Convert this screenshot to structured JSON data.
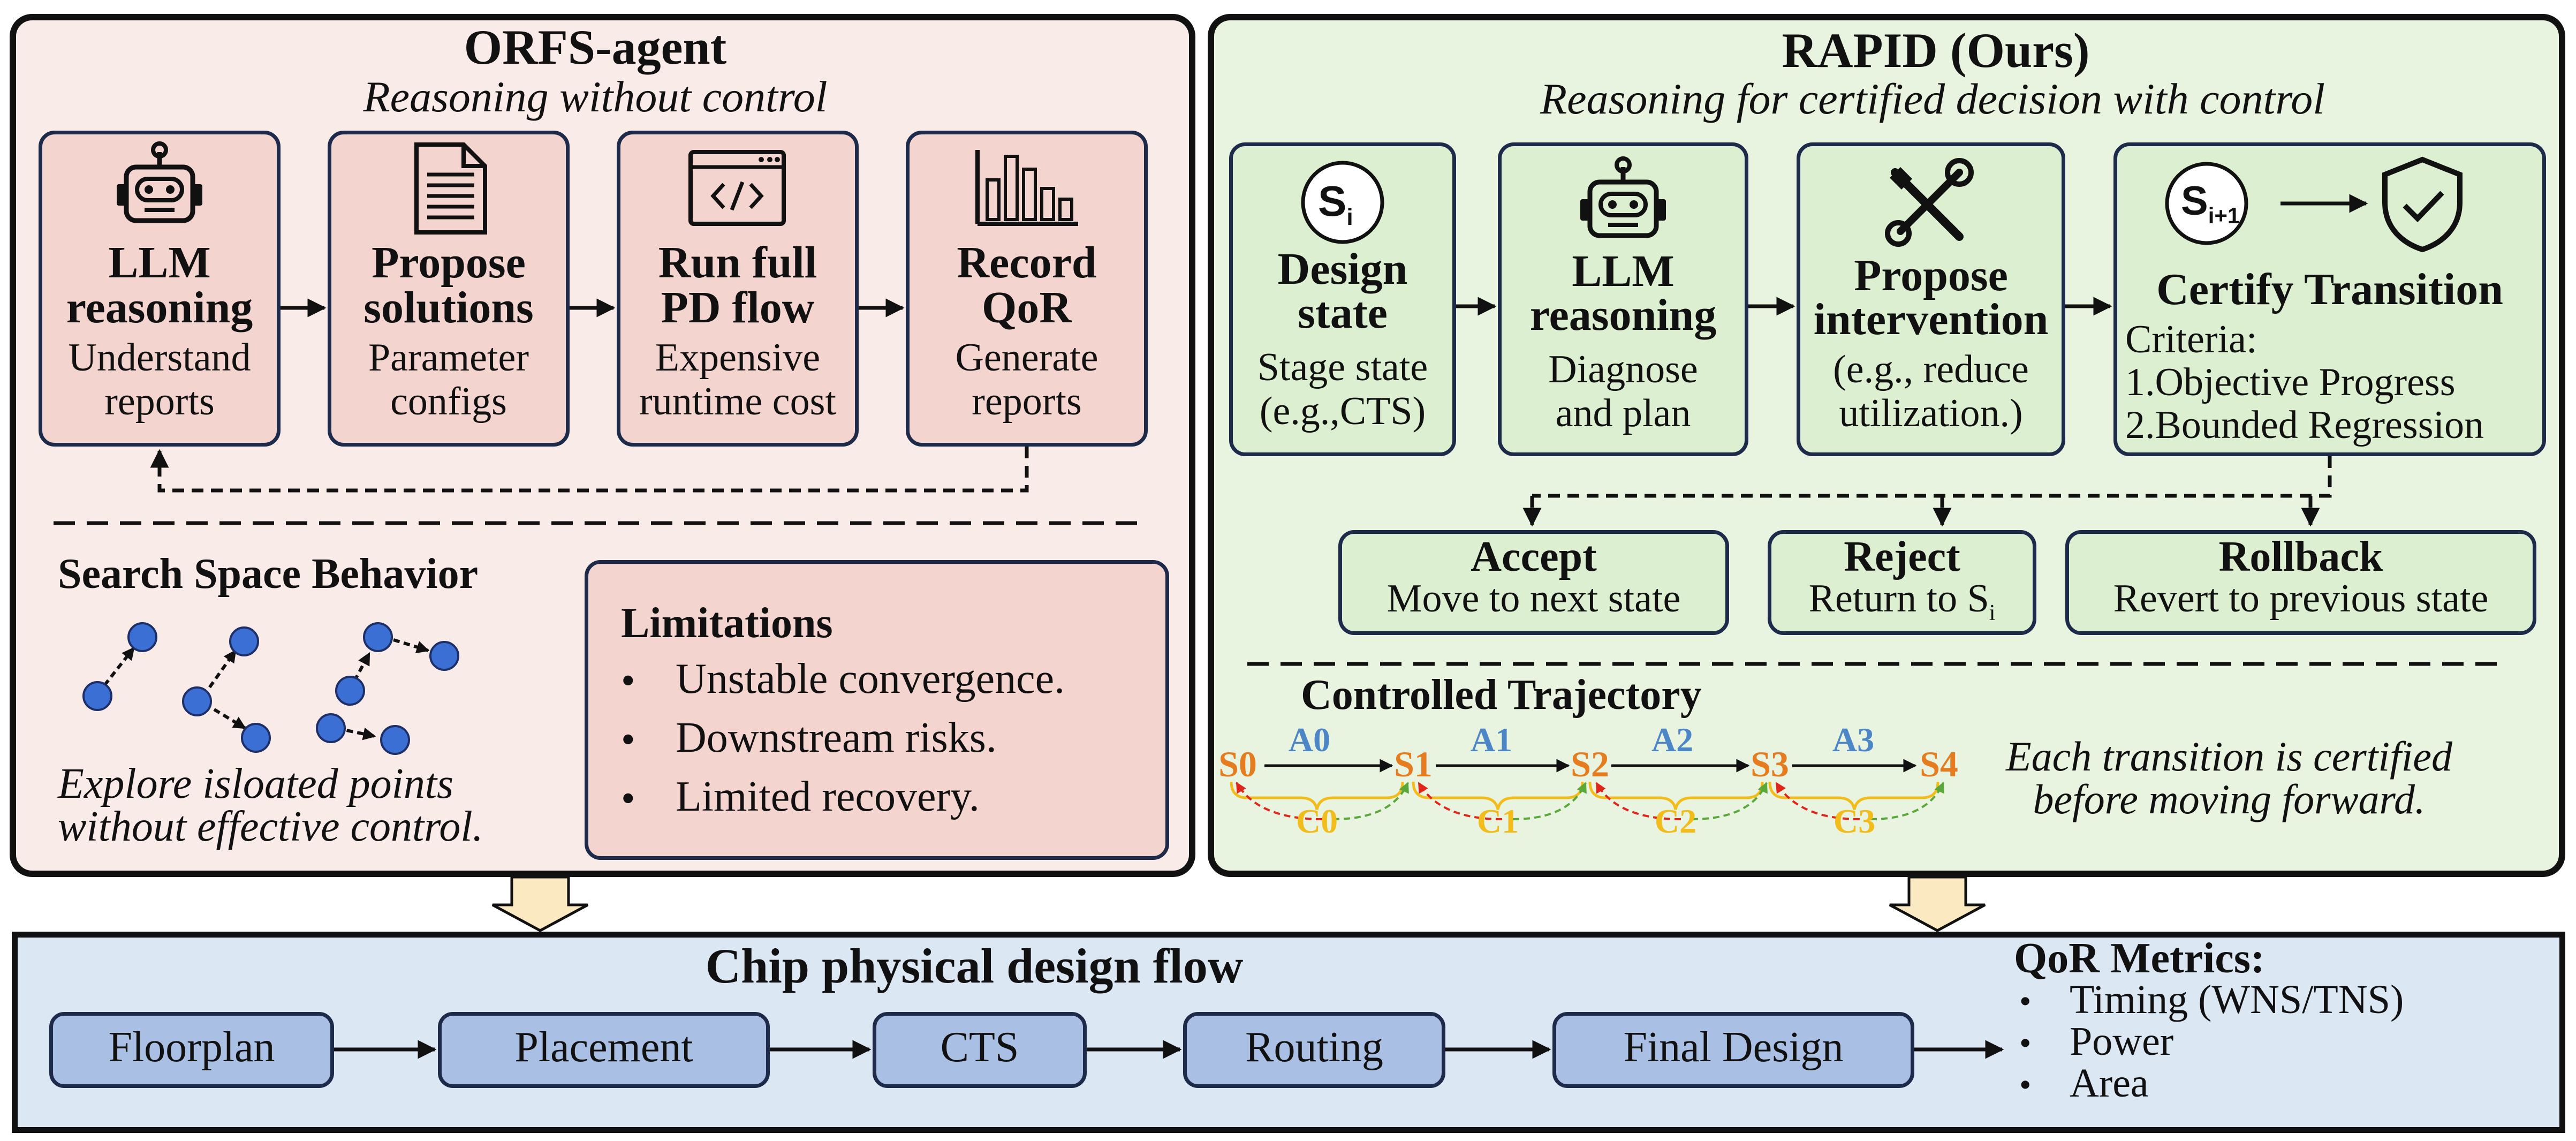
{
  "left_panel": {
    "title": "ORFS-agent",
    "subtitle": "Reasoning without control",
    "steps": [
      {
        "icon": "robot-icon",
        "title1": "LLM",
        "title2": "reasoning",
        "desc1": "Understand",
        "desc2": "reports"
      },
      {
        "icon": "document-icon",
        "title1": "Propose",
        "title2": "solutions",
        "desc1": "Parameter",
        "desc2": "configs"
      },
      {
        "icon": "code-window-icon",
        "title1": "Run full",
        "title2": "PD flow",
        "desc1": "Expensive",
        "desc2": "runtime cost"
      },
      {
        "icon": "bar-chart-icon",
        "title1": "Record",
        "title2": "QoR",
        "desc1": "Generate",
        "desc2": "reports"
      }
    ],
    "search_title": "Search Space Behavior",
    "search_caption1": "Explore isloated points",
    "search_caption2": "without effective control.",
    "limitations_title": "Limitations",
    "limitations": [
      "Unstable convergence.",
      "Downstream risks.",
      "Limited recovery."
    ]
  },
  "right_panel": {
    "title": "RAPID (Ours)",
    "subtitle": "Reasoning for certified decision with control",
    "steps": [
      {
        "icon": "state-si-icon",
        "icon_label": "S",
        "icon_sub": "i",
        "title1": "Design",
        "title2": "state",
        "desc1": "Stage state",
        "desc2": "(e.g.,CTS)"
      },
      {
        "icon": "robot-icon",
        "title1": "LLM",
        "title2": "reasoning",
        "desc1": "Diagnose",
        "desc2": "and plan"
      },
      {
        "icon": "tools-icon",
        "title1": "Propose",
        "title2": "intervention",
        "desc1": "(e.g., reduce",
        "desc2": "utilization.)"
      }
    ],
    "certify": {
      "icon_label": "S",
      "icon_sub": "i+1",
      "title": "Certify Transition",
      "criteria_label": "Criteria:",
      "criteria": [
        "1.Objective Progress",
        "2.Bounded Regression"
      ]
    },
    "outcomes": [
      {
        "title": "Accept",
        "desc": "Move to next state",
        "desc_sub": ""
      },
      {
        "title": "Reject",
        "desc": "Return to S",
        "desc_sub": "i"
      },
      {
        "title": "Rollback",
        "desc": "Revert to previous state",
        "desc_sub": ""
      }
    ],
    "trajectory_title": "Controlled Trajectory",
    "states": [
      "S0",
      "S1",
      "S2",
      "S3",
      "S4"
    ],
    "actions": [
      "A0",
      "A1",
      "A2",
      "A3"
    ],
    "certs": [
      "C0",
      "C1",
      "C2",
      "C3"
    ],
    "trajectory_note1": "Each transition is certified",
    "trajectory_note2": "before moving forward."
  },
  "bottom_panel": {
    "title": "Chip physical design flow",
    "stages": [
      "Floorplan",
      "Placement",
      "CTS",
      "Routing",
      "Final Design"
    ],
    "metrics_title": "QoR Metrics:",
    "metrics": [
      "Timing (WNS/TNS)",
      "Power",
      "Area"
    ]
  },
  "colors": {
    "left_bg": "#f9ece8",
    "left_box": "#f4d4cf",
    "right_bg": "#e8f3e0",
    "right_box": "#dcefd0",
    "bottom_bg": "#dce7f4",
    "stage_box": "#a9bfe3",
    "state_orange": "#e57c1f",
    "action_blue": "#4d86c6",
    "cert_yellow": "#f2bc1b",
    "node_blue": "#3b6fd4",
    "dashed_red": "#e0251b",
    "dashed_green": "#5aa83a"
  }
}
